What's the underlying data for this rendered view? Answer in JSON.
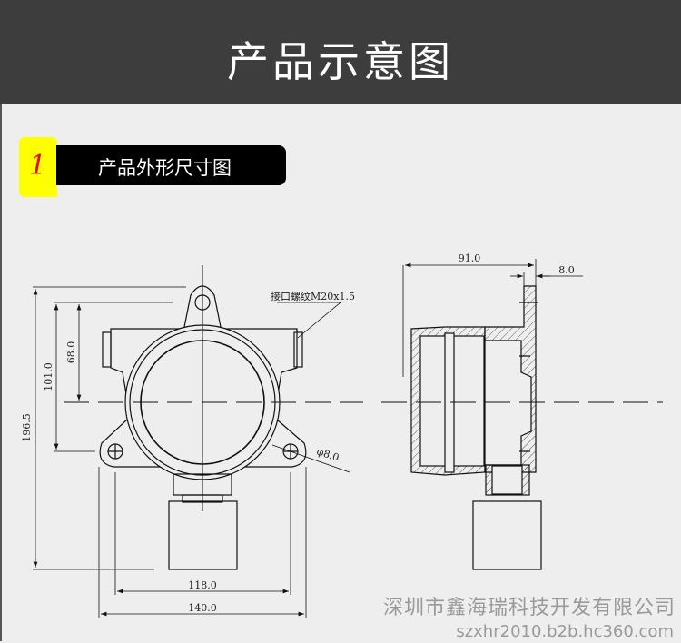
{
  "header": {
    "title": "产品示意图"
  },
  "section": {
    "number": "1",
    "title": "产品外形尺寸图"
  },
  "drawing": {
    "front_view": {
      "height_total": "196.5",
      "height_hole_to_hole": "101.0",
      "height_hole_to_center": "68.0",
      "thread_note": "接口螺纹M20x1.5",
      "hole_diameter": "φ8.0",
      "hole_spacing": "118.0",
      "width_total": "140.0"
    },
    "side_view": {
      "depth": "91.0",
      "flange_thickness": "8.0"
    }
  },
  "footer": {
    "company": "深圳市鑫海瑞科技开发有限公司",
    "website": "szxhr2010.b2b.hc360.com"
  }
}
